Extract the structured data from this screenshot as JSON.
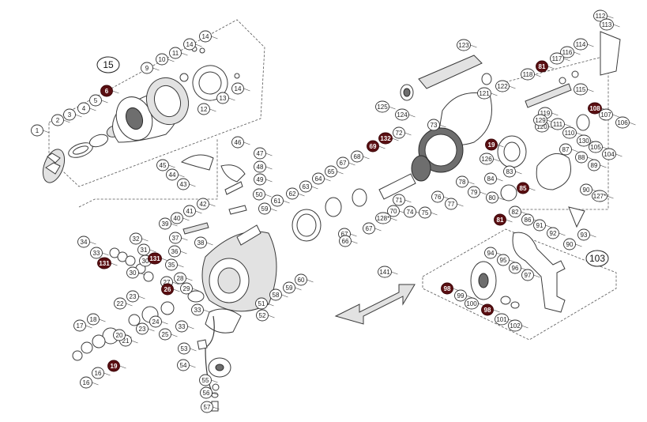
{
  "diagram": {
    "groups": [
      {
        "label": "15"
      },
      {
        "label": "103"
      }
    ],
    "callouts": [
      {
        "n": "1"
      },
      {
        "n": "2"
      },
      {
        "n": "3"
      },
      {
        "n": "4"
      },
      {
        "n": "5"
      },
      {
        "n": "6",
        "highlight": true
      },
      {
        "n": "9"
      },
      {
        "n": "10"
      },
      {
        "n": "11"
      },
      {
        "n": "12"
      },
      {
        "n": "13"
      },
      {
        "n": "14"
      },
      {
        "n": "14"
      },
      {
        "n": "14"
      },
      {
        "n": "112"
      },
      {
        "n": "113"
      },
      {
        "n": "114"
      },
      {
        "n": "115"
      },
      {
        "n": "116"
      },
      {
        "n": "117"
      },
      {
        "n": "81",
        "highlight": true
      },
      {
        "n": "118"
      },
      {
        "n": "119"
      },
      {
        "n": "120"
      },
      {
        "n": "121"
      },
      {
        "n": "122"
      },
      {
        "n": "123"
      },
      {
        "n": "124"
      },
      {
        "n": "125"
      },
      {
        "n": "129"
      },
      {
        "n": "73"
      },
      {
        "n": "72"
      },
      {
        "n": "132",
        "highlight": true
      },
      {
        "n": "69",
        "highlight": true
      },
      {
        "n": "19",
        "highlight": true
      },
      {
        "n": "108",
        "highlight": true
      },
      {
        "n": "107"
      },
      {
        "n": "106"
      },
      {
        "n": "111"
      },
      {
        "n": "110"
      },
      {
        "n": "130"
      },
      {
        "n": "105"
      },
      {
        "n": "104"
      },
      {
        "n": "87"
      },
      {
        "n": "88"
      },
      {
        "n": "89"
      },
      {
        "n": "90"
      },
      {
        "n": "90"
      },
      {
        "n": "127*"
      },
      {
        "n": "126"
      },
      {
        "n": "84"
      },
      {
        "n": "83"
      },
      {
        "n": "80"
      },
      {
        "n": "79"
      },
      {
        "n": "78"
      },
      {
        "n": "77"
      },
      {
        "n": "76"
      },
      {
        "n": "75"
      },
      {
        "n": "74"
      },
      {
        "n": "70"
      },
      {
        "n": "71"
      },
      {
        "n": "128*"
      },
      {
        "n": "85",
        "highlight": true
      },
      {
        "n": "81",
        "highlight": true
      },
      {
        "n": "82"
      },
      {
        "n": "86"
      },
      {
        "n": "91"
      },
      {
        "n": "92"
      },
      {
        "n": "93"
      },
      {
        "n": "68"
      },
      {
        "n": "67"
      },
      {
        "n": "67"
      },
      {
        "n": "67"
      },
      {
        "n": "66"
      },
      {
        "n": "65"
      },
      {
        "n": "64"
      },
      {
        "n": "63"
      },
      {
        "n": "62"
      },
      {
        "n": "61"
      },
      {
        "n": "59"
      },
      {
        "n": "59"
      },
      {
        "n": "60"
      },
      {
        "n": "58"
      },
      {
        "n": "46"
      },
      {
        "n": "47"
      },
      {
        "n": "48"
      },
      {
        "n": "49"
      },
      {
        "n": "50"
      },
      {
        "n": "45"
      },
      {
        "n": "44"
      },
      {
        "n": "43"
      },
      {
        "n": "42"
      },
      {
        "n": "41"
      },
      {
        "n": "40"
      },
      {
        "n": "39"
      },
      {
        "n": "38"
      },
      {
        "n": "37"
      },
      {
        "n": "36"
      },
      {
        "n": "35"
      },
      {
        "n": "34"
      },
      {
        "n": "33"
      },
      {
        "n": "32"
      },
      {
        "n": "31"
      },
      {
        "n": "30"
      },
      {
        "n": "30"
      },
      {
        "n": "131",
        "highlight": true
      },
      {
        "n": "131",
        "highlight": true
      },
      {
        "n": "27"
      },
      {
        "n": "28"
      },
      {
        "n": "29"
      },
      {
        "n": "26",
        "highlight": true
      },
      {
        "n": "23"
      },
      {
        "n": "23"
      },
      {
        "n": "22"
      },
      {
        "n": "24"
      },
      {
        "n": "25"
      },
      {
        "n": "21"
      },
      {
        "n": "20"
      },
      {
        "n": "17"
      },
      {
        "n": "18"
      },
      {
        "n": "16"
      },
      {
        "n": "16"
      },
      {
        "n": "19",
        "highlight": true
      },
      {
        "n": "33"
      },
      {
        "n": "33"
      },
      {
        "n": "53"
      },
      {
        "n": "54"
      },
      {
        "n": "55"
      },
      {
        "n": "56"
      },
      {
        "n": "57"
      },
      {
        "n": "51"
      },
      {
        "n": "52"
      },
      {
        "n": "141"
      },
      {
        "n": "94"
      },
      {
        "n": "95"
      },
      {
        "n": "96"
      },
      {
        "n": "97"
      },
      {
        "n": "98",
        "highlight": true
      },
      {
        "n": "98",
        "highlight": true
      },
      {
        "n": "99"
      },
      {
        "n": "100"
      },
      {
        "n": "101"
      },
      {
        "n": "102"
      }
    ]
  }
}
